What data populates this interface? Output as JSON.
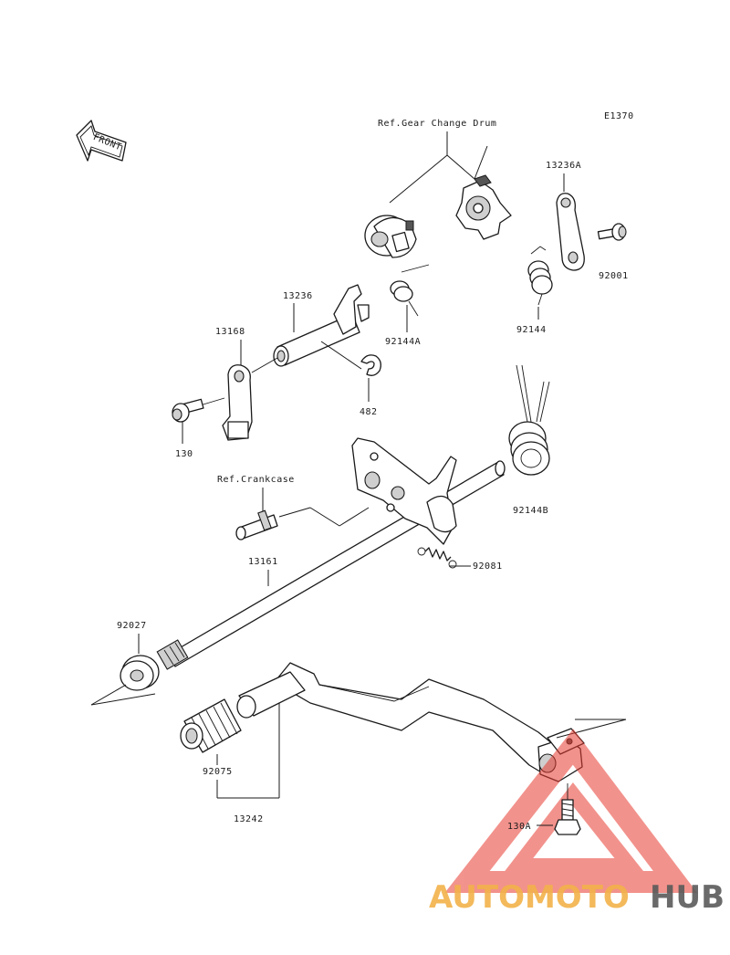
{
  "diagram_code": "E1370",
  "front_label": "FRONT",
  "labels": {
    "ref_gear_change_drum": "Ref.Gear Change Drum",
    "p13236A": "13236A",
    "p92001": "92001",
    "p92144": "92144",
    "p92144A": "92144A",
    "p13236": "13236",
    "p13168": "13168",
    "p482": "482",
    "p130": "130",
    "ref_crankcase": "Ref.Crankcase",
    "p92144B": "92144B",
    "p92081": "92081",
    "p13161": "13161",
    "p92027": "92027",
    "p92075": "92075",
    "p13242": "13242",
    "p130A": "130A"
  },
  "watermark": {
    "part1": "AUTOMOTO",
    "part2": "HUB",
    "color1": "#f2b24a",
    "color2": "#5a5a5a",
    "triangle_color": "#e83a2f"
  }
}
